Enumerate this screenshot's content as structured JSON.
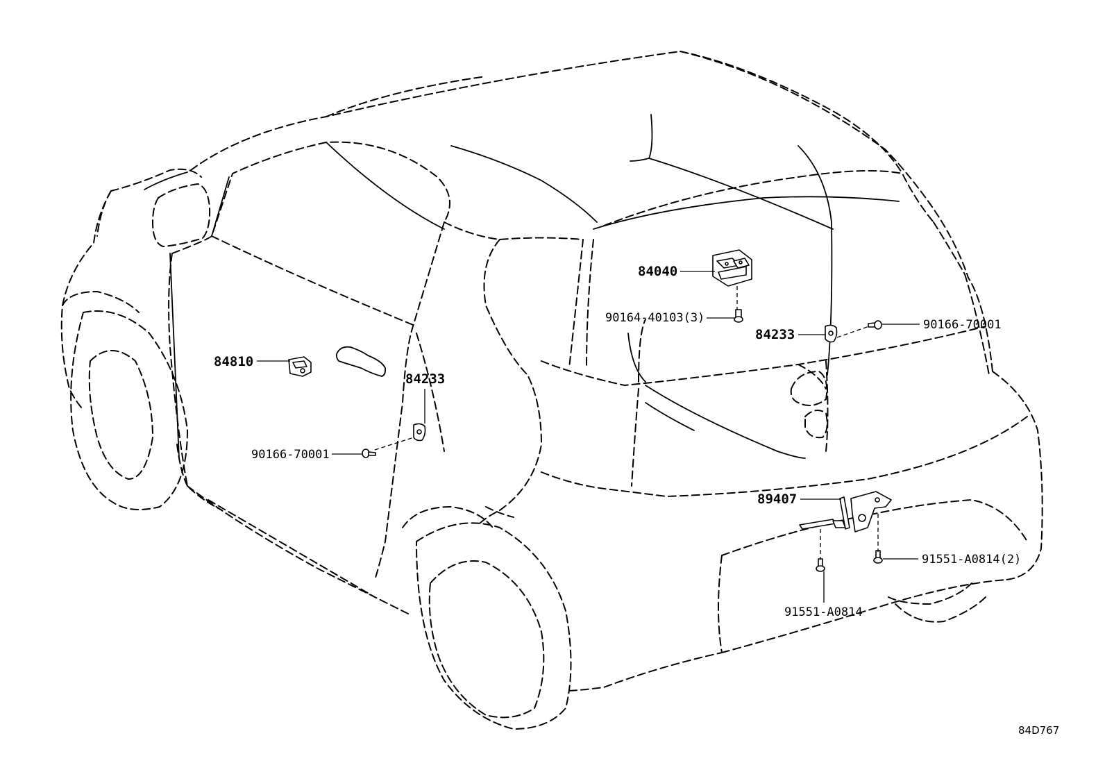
{
  "parts": [
    {
      "id": "p84810",
      "number": "84810"
    },
    {
      "id": "p84233_left",
      "number": "84233"
    },
    {
      "id": "p90166_left",
      "number": "90166-70001"
    },
    {
      "id": "p84040",
      "number": "84040"
    },
    {
      "id": "p90164",
      "number": "90164-40103(3)"
    },
    {
      "id": "p84233_right",
      "number": "84233"
    },
    {
      "id": "p90166_right",
      "number": "90166-70001"
    },
    {
      "id": "p89407",
      "number": "89407"
    },
    {
      "id": "p91551_qty",
      "number": "91551-A0814(2)"
    },
    {
      "id": "p91551",
      "number": "91551-A0814"
    }
  ],
  "diagram_code": "84D767"
}
